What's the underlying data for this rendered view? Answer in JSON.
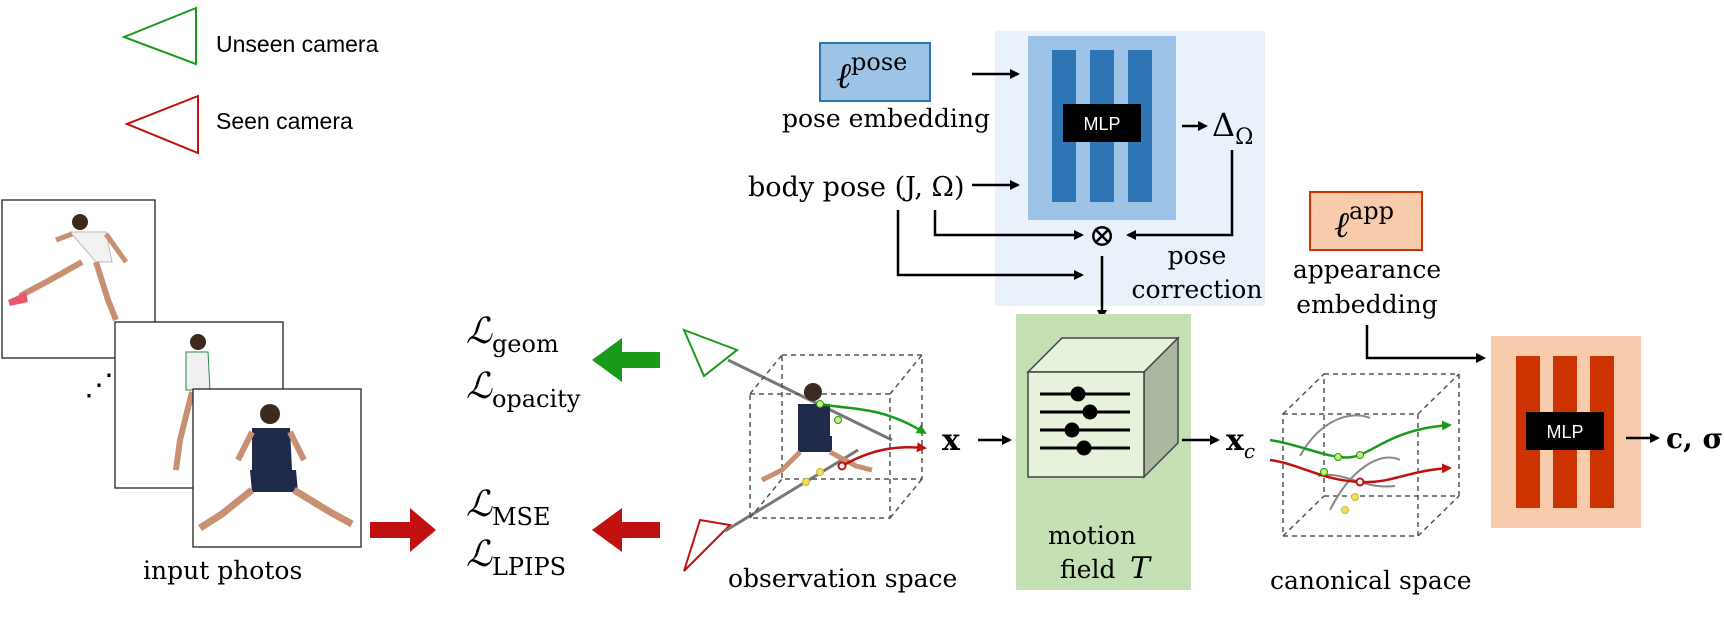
{
  "legend": {
    "unseen": "Unseen camera",
    "seen": "Seen camera"
  },
  "photos": {
    "label": "input photos",
    "ellipsis": "⋰"
  },
  "losses": {
    "geom": {
      "base": "ℒ",
      "sub": "geom"
    },
    "opacity": {
      "base": "ℒ",
      "sub": "opacity"
    },
    "mse": {
      "base": "ℒ",
      "sub": "MSE"
    },
    "lpips": {
      "base": "ℒ",
      "sub": "LPIPS"
    }
  },
  "observation": {
    "label": "observation space",
    "x_symbol": "x"
  },
  "pose_block": {
    "embedding_symbol": "ℓ",
    "embedding_sup": "pose",
    "embedding_label": "pose embedding",
    "body_pose_label": "body pose (J, Ω)",
    "mlp_label": "MLP",
    "delta_base": "Δ",
    "delta_sub": "Ω",
    "otimes": "⊗",
    "correction_line1": "pose",
    "correction_line2": "correction"
  },
  "motion": {
    "line1": "motion",
    "line2": "field",
    "symbol": "T"
  },
  "canonical": {
    "label": "canonical space",
    "xc_base": "x",
    "xc_sub": "c"
  },
  "appearance": {
    "embedding_symbol": "ℓ",
    "embedding_sup": "app",
    "label_line1": "appearance",
    "label_line2": "embedding",
    "mlp_label": "MLP",
    "output": "c, σ"
  },
  "colors": {
    "green": "#1a9a1a",
    "red": "#c01010",
    "pose_bg": "#e9f1fa",
    "pose_mlp_bg": "#9dc3e6",
    "pose_mlp_bar": "#2e75b6",
    "motion_bg": "#c5e0b4",
    "app_bg": "#f8cbad",
    "app_bar": "#cc3300"
  }
}
